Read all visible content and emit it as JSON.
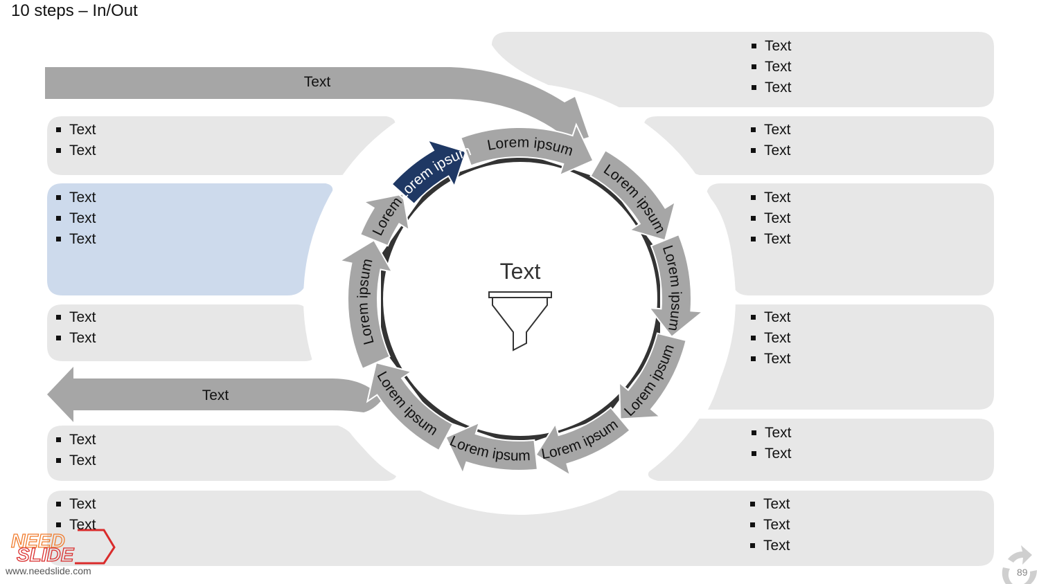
{
  "slide": {
    "title": "10 steps – In/Out",
    "center_label": "Text",
    "center_icon": "funnel-icon",
    "website": "www.needslide.com",
    "page_number": "89",
    "logo": {
      "line1": "NEED",
      "line2": "SLIDE"
    }
  },
  "colors": {
    "arrow_gray": "#a6a6a6",
    "arrow_highlight": "#1f3864",
    "box_gray": "#e7e7e7",
    "box_highlight": "#cddaec",
    "ring_dark": "#333333",
    "logo_orange": "#f07b2c",
    "logo_red": "#d92b2b"
  },
  "input_arrow": {
    "label": "Text"
  },
  "output_arrow": {
    "label": "Text"
  },
  "cycle_steps": [
    {
      "label": "Lorem ipsum",
      "highlighted": false
    },
    {
      "label": "Lorem ipsum",
      "highlighted": false
    },
    {
      "label": "Lorem ipsum",
      "highlighted": false
    },
    {
      "label": "Lorem ipsum",
      "highlighted": false
    },
    {
      "label": "Lorem ipsum",
      "highlighted": false
    },
    {
      "label": "Lorem ipsum",
      "highlighted": false
    },
    {
      "label": "Lorem ipsum",
      "highlighted": false
    },
    {
      "label": "Lorem",
      "highlighted": false
    },
    {
      "label": "Lorem ipsum",
      "highlighted": true
    },
    {
      "label": "Lorem ipsum",
      "highlighted": false
    }
  ],
  "left_boxes": [
    {
      "items": [
        "Text",
        "Text"
      ]
    },
    {
      "items": [
        "Text",
        "Text",
        "Text"
      ],
      "highlighted": true
    },
    {
      "items": [
        "Text",
        "Text"
      ]
    },
    {
      "items": [
        "Text",
        "Text"
      ]
    },
    {
      "items": [
        "Text",
        "Text"
      ]
    }
  ],
  "right_boxes": [
    {
      "items": [
        "Text",
        "Text",
        "Text"
      ]
    },
    {
      "items": [
        "Text",
        "Text"
      ]
    },
    {
      "items": [
        "Text",
        "Text",
        "Text"
      ]
    },
    {
      "items": [
        "Text",
        "Text",
        "Text"
      ]
    },
    {
      "items": [
        "Text",
        "Text"
      ]
    },
    {
      "items": [
        "Text",
        "Text",
        "Text"
      ]
    }
  ]
}
